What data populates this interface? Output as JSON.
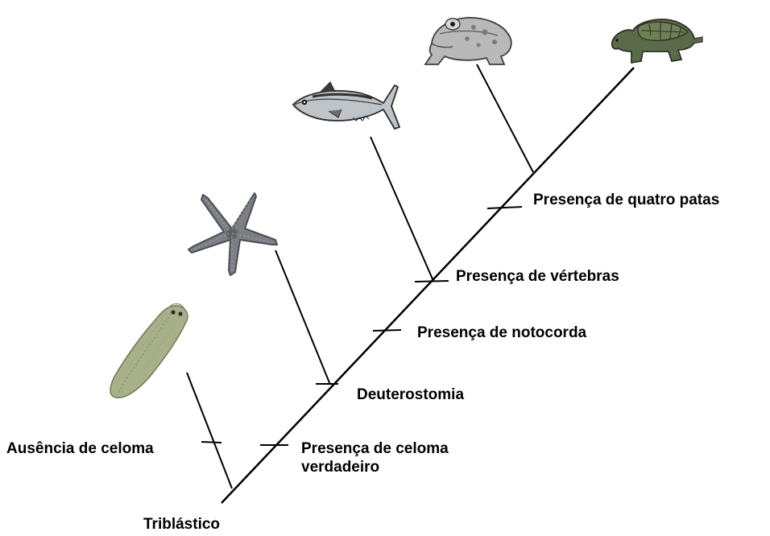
{
  "diagram": {
    "root_label": "Triblástico",
    "characters": {
      "acoelomate": "Ausência de celoma",
      "true_coelom_line1": "Presença de celoma",
      "true_coelom_line2": "verdadeiro",
      "deuterostomy": "Deuterostomia",
      "notochord": "Presença de notocorda",
      "vertebrae": "Presença de vértebras",
      "four_legs": "Presença de quatro patas"
    },
    "organisms": [
      {
        "icon": "flatworm-icon"
      },
      {
        "icon": "starfish-icon"
      },
      {
        "icon": "fish-icon"
      },
      {
        "icon": "frog-icon"
      },
      {
        "icon": "turtle-icon"
      }
    ],
    "colors": {
      "line": "#000000",
      "text": "#000000"
    }
  }
}
